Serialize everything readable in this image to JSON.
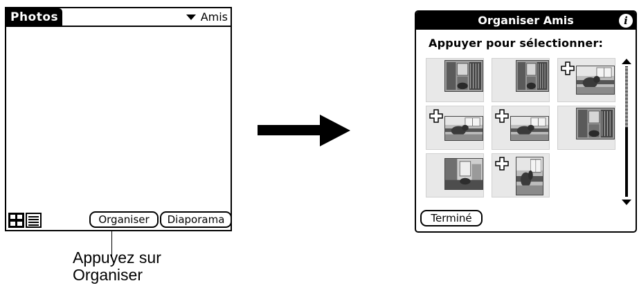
{
  "left": {
    "title": "Photos",
    "category": "Amis",
    "organize_label": "Organiser",
    "slideshow_label": "Diaporama"
  },
  "callout": {
    "line1": "Appuyez sur",
    "line2": "Organiser"
  },
  "right": {
    "title": "Organiser Amis",
    "instruction": "Appuyer pour sélectionner:",
    "done_label": "Terminé",
    "thumbnails": [
      {
        "selected": false,
        "icon": "photo-interior"
      },
      {
        "selected": false,
        "icon": "photo-interior"
      },
      {
        "selected": true,
        "icon": "photo-cat"
      },
      {
        "selected": true,
        "icon": "photo-cat"
      },
      {
        "selected": true,
        "icon": "photo-cat"
      },
      {
        "selected": false,
        "icon": "photo-interior"
      },
      {
        "selected": false,
        "icon": "photo-room"
      },
      {
        "selected": true,
        "icon": "photo-cat"
      }
    ]
  },
  "icons": {
    "arrow": "right-arrow-icon",
    "info": "info-icon",
    "plus": "plus-icon"
  }
}
